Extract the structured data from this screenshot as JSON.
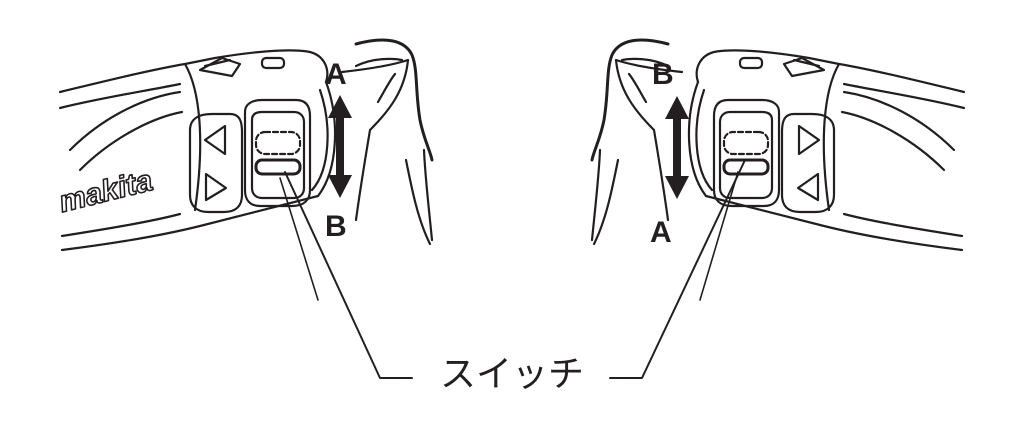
{
  "labels": {
    "left_top": "A",
    "left_bottom": "B",
    "right_top": "B",
    "right_bottom": "A"
  },
  "caption": "スイッチ",
  "logo": "makita",
  "colors": {
    "line": "#231f20",
    "background": "#ffffff"
  }
}
